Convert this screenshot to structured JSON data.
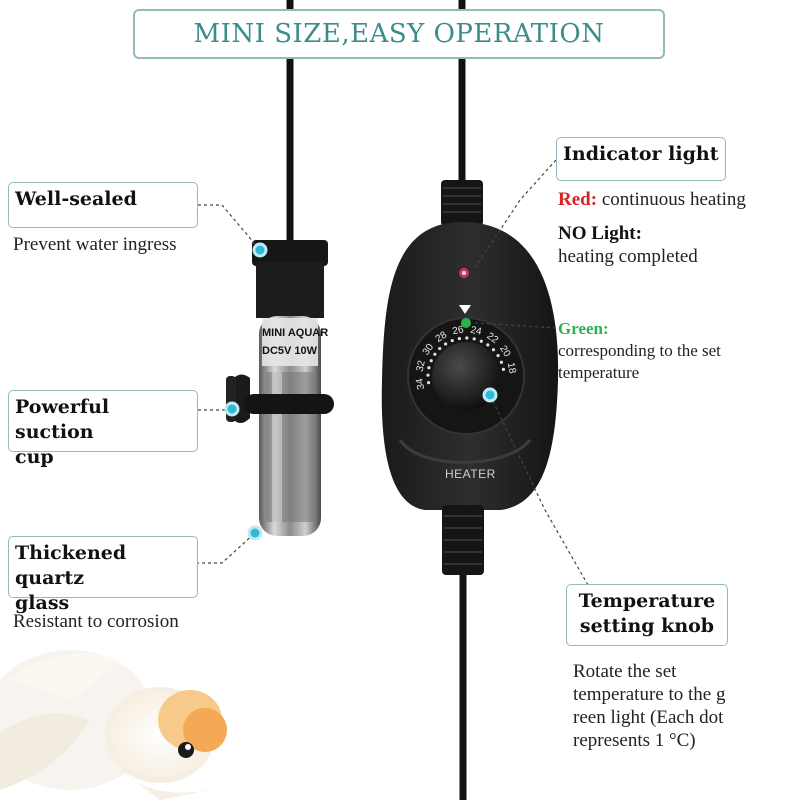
{
  "title": "MINI SIZE,EASY OPERATION",
  "labels": {
    "well_sealed": {
      "title": "Well-sealed",
      "desc": "Prevent water ingress"
    },
    "suction_cup": {
      "title_line1": "Powerful suction",
      "title_line2": "cup"
    },
    "quartz": {
      "title_line1": "Thickened quartz",
      "title_line2": "glass",
      "desc": "Resistant to corrosion"
    },
    "indicator": {
      "title": "Indicator light",
      "red_label": "Red:",
      "red_desc": "continuous heating",
      "no_light_label": "NO Light:",
      "no_light_desc": "heating completed"
    },
    "green": {
      "label": "Green:",
      "desc_line1": "corresponding to the set",
      "desc_line2": "temperature"
    },
    "knob": {
      "title_line1": "Temperature",
      "title_line2": "setting knob",
      "desc_line1": "Rotate the set",
      "desc_line2": "temperature to the g",
      "desc_line3": "reen light (Each dot",
      "desc_line4": "represents 1 °C)"
    }
  },
  "device": {
    "tube_text_line1": "MINI AQUAR",
    "tube_text_line2": "DC5V 10W",
    "heater_label": "HEATER",
    "dial_numbers": [
      "18",
      "20",
      "22",
      "24",
      "26",
      "28",
      "30",
      "32",
      "34"
    ]
  },
  "colors": {
    "accent": "#3a8d89",
    "box_border": "#8fbdbe",
    "red": "#d62424",
    "green": "#2bb24c",
    "marker": "#2fb8d8"
  }
}
